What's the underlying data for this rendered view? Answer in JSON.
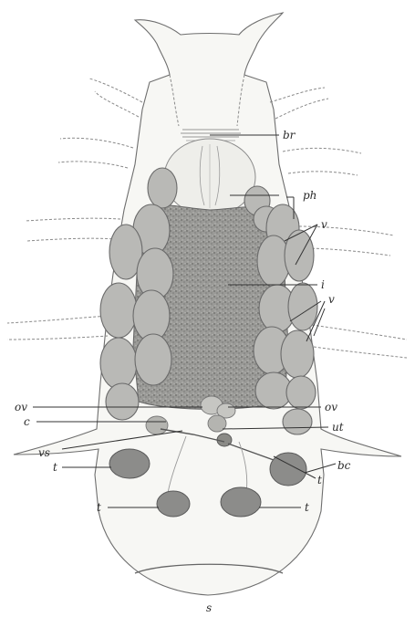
{
  "labels": {
    "br": "br",
    "ph": "ph",
    "v_upper": "v",
    "i": "i",
    "v_lower": "v",
    "ov_left": "ov",
    "ov_right": "ov",
    "c": "c",
    "ut": "ut",
    "vs": "vs",
    "t_upper_left": "t",
    "bc": "bc",
    "t_right": "t",
    "t_lower_left": "t",
    "t_lower_right": "t",
    "s": "s"
  }
}
